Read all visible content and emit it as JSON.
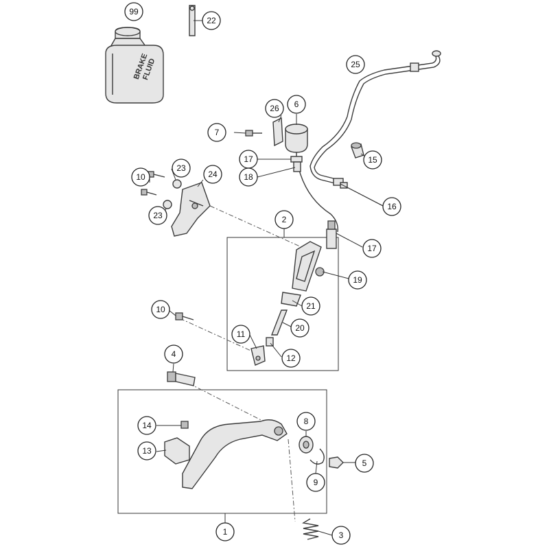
{
  "fluid_can_label_line1": "BRAKE",
  "fluid_can_label_line2": "FLUID",
  "callouts": [
    {
      "id": "99"
    },
    {
      "id": "22"
    },
    {
      "id": "25"
    },
    {
      "id": "26"
    },
    {
      "id": "6"
    },
    {
      "id": "7"
    },
    {
      "id": "15"
    },
    {
      "id": "17a",
      "text": "17"
    },
    {
      "id": "18"
    },
    {
      "id": "23a",
      "text": "23"
    },
    {
      "id": "24"
    },
    {
      "id": "10a",
      "text": "10"
    },
    {
      "id": "23b",
      "text": "23"
    },
    {
      "id": "16"
    },
    {
      "id": "2"
    },
    {
      "id": "17b",
      "text": "17"
    },
    {
      "id": "19"
    },
    {
      "id": "21"
    },
    {
      "id": "10b",
      "text": "10"
    },
    {
      "id": "20"
    },
    {
      "id": "11"
    },
    {
      "id": "12"
    },
    {
      "id": "4"
    },
    {
      "id": "14"
    },
    {
      "id": "8"
    },
    {
      "id": "13"
    },
    {
      "id": "5"
    },
    {
      "id": "9"
    },
    {
      "id": "1"
    },
    {
      "id": "3"
    }
  ]
}
